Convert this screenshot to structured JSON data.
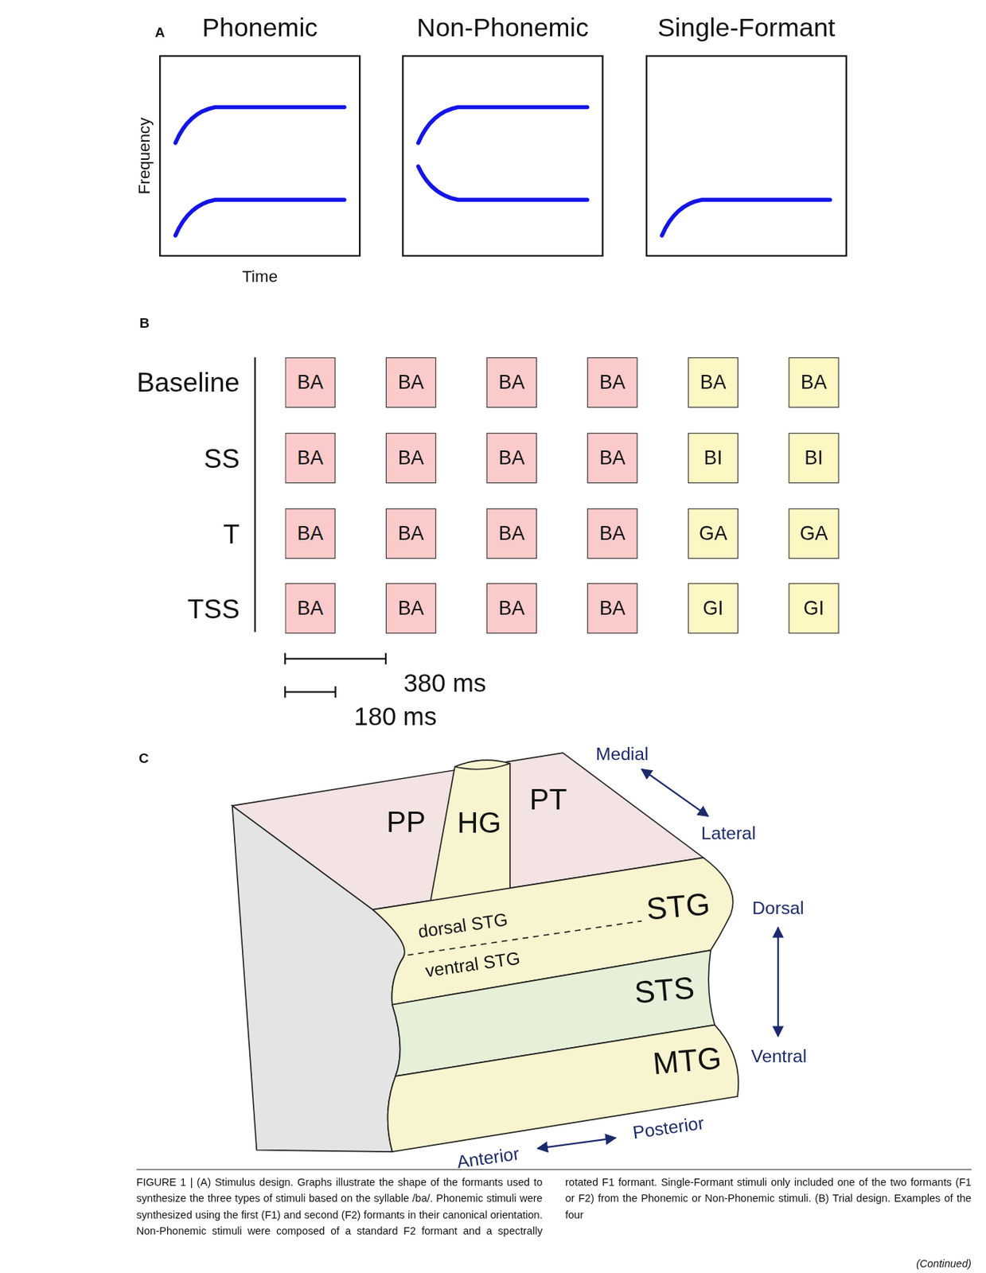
{
  "diagram": {
    "caption": "FIGURE 1 | (A) Stimulus design. Graphs illustrate the shape of the formants used to synthesize the three types of stimuli based on the syllable /ba/. Phonemic stimuli were synthesized using the first (F1) and second (F2) formants in their canonical orientation. Non-Phonemic stimuli were composed of a standard F2 formant and a spectrally rotated F1 formant. Single-Formant stimuli only included one of the two formants (F1 or F2) from the Phonemic or Non-Phonemic stimuli. (B) Trial design. Examples of the four",
    "nodes": [
      {
        "text": [
          "Phonemic"
        ]
      },
      {
        "text": [
          "Non-Phonemic"
        ]
      },
      {
        "text": [
          "Single-Formant"
        ]
      },
      {
        "text": [
          "BA"
        ]
      },
      {
        "text": [
          "BA"
        ]
      },
      {
        "text": [
          "BA"
        ]
      },
      {
        "text": [
          "BA"
        ]
      },
      {
        "text": [
          "BA"
        ]
      },
      {
        "text": [
          "BA"
        ]
      },
      {
        "text": [
          "BA"
        ]
      },
      {
        "text": [
          "BA"
        ]
      },
      {
        "text": [
          "BA"
        ]
      },
      {
        "text": [
          "BA"
        ]
      },
      {
        "text": [
          "BI"
        ]
      },
      {
        "text": [
          "BI"
        ]
      },
      {
        "text": [
          "BA"
        ]
      },
      {
        "text": [
          "BA"
        ]
      },
      {
        "text": [
          "BA"
        ]
      },
      {
        "text": [
          "BA"
        ]
      },
      {
        "text": [
          "GA"
        ]
      },
      {
        "text": [
          "GA"
        ]
      },
      {
        "text": [
          "BA"
        ]
      },
      {
        "text": [
          "BA"
        ]
      },
      {
        "text": [
          "BA"
        ]
      },
      {
        "text": [
          "BA"
        ]
      },
      {
        "text": [
          "GI"
        ]
      },
      {
        "text": [
          "GI"
        ]
      },
      {
        "text": [
          "PP"
        ]
      },
      {
        "text": [
          "HG"
        ]
      },
      {
        "text": [
          "PT"
        ]
      },
      {
        "text": [
          "dorsal STG",
          "ventral STG",
          "STG"
        ]
      },
      {
        "text": [
          "STS"
        ]
      },
      {
        "text": [
          "MTG"
        ]
      }
    ],
    "labels": [
      "A",
      "Frequency",
      "Time",
      "B",
      "Baseline",
      "SS",
      "T",
      "TSS",
      "380 ms",
      "180 ms",
      "C",
      "Medial",
      "Lateral",
      "Dorsal",
      "Ventral",
      "Anterior",
      "Posterior",
      "(Continued)"
    ]
  }
}
